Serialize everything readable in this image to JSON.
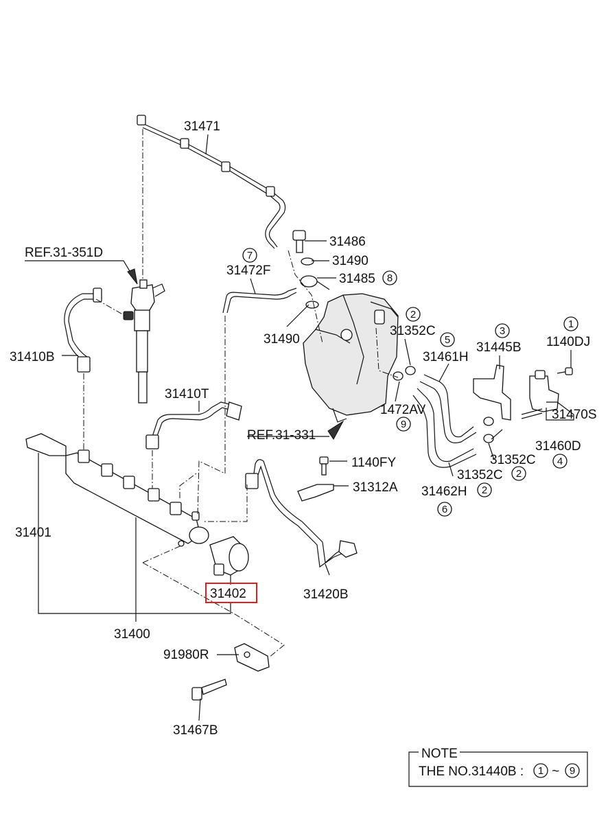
{
  "labels": {
    "p31471": "31471",
    "p31486": "31486",
    "p31490a": "31490",
    "p31485": "31485",
    "c31485": "8",
    "p31472f": "31472F",
    "c31472f": "7",
    "ref_31351d": "REF.31-351D",
    "p31490b": "31490",
    "p31352c_a": "31352C",
    "c31352c_a": "2",
    "p31461h": "31461H",
    "c31461h": "5",
    "p31445b": "31445B",
    "c31445b": "3",
    "p1140dj": "1140DJ",
    "c1140dj": "1",
    "p31410b": "31410B",
    "p31410t": "31410T",
    "p1472av": "1472AV",
    "c1472av": "9",
    "p31470s": "31470S",
    "ref_31331": "REF.31-331",
    "p31460d": "31460D",
    "c31460d": "4",
    "p31352c_b": "31352C",
    "p1140fy": "1140FY",
    "p31352c_c": "31352C",
    "c31352c_c": "2",
    "p31312a": "31312A",
    "p31462h": "31462H",
    "c31462h": "2",
    "c31462h_b": "6",
    "p31401": "31401",
    "p31402": "31402",
    "p31420b": "31420B",
    "p31400": "31400",
    "p91980r": "91980R",
    "p31467b": "31467B"
  },
  "note": {
    "title": "NOTE",
    "text": "THE NO.31440B :",
    "from": "1",
    "tilde": "~",
    "to": "9"
  },
  "highlight": {
    "part": "31402",
    "color": "#e02020"
  }
}
